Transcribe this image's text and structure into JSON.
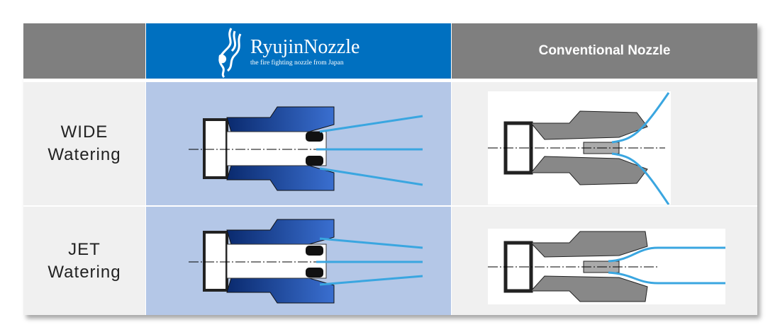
{
  "header": {
    "brand_name": "RyujinNozzle",
    "brand_tagline": "the fire fighting nozzle from Japan",
    "conventional_label": "Conventional Nozzle"
  },
  "rows": [
    {
      "line1": "WIDE",
      "line2": "Watering"
    },
    {
      "line1": "JET",
      "line2": "Watering"
    }
  ],
  "colors": {
    "brand_blue": "#0070c0",
    "header_gray": "#7f7f7f",
    "ryujin_bg": "#b4c7e7",
    "water": "#3aa6e0"
  }
}
